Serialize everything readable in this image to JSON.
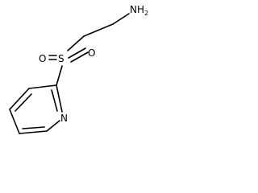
{
  "molecule": {
    "atoms": {
      "nh2_symbol": "NH",
      "nh2_subscript": "2",
      "sulfur": "S",
      "oxygen_left": "O",
      "oxygen_right": "O",
      "pyridine_nitrogen": "N"
    }
  }
}
